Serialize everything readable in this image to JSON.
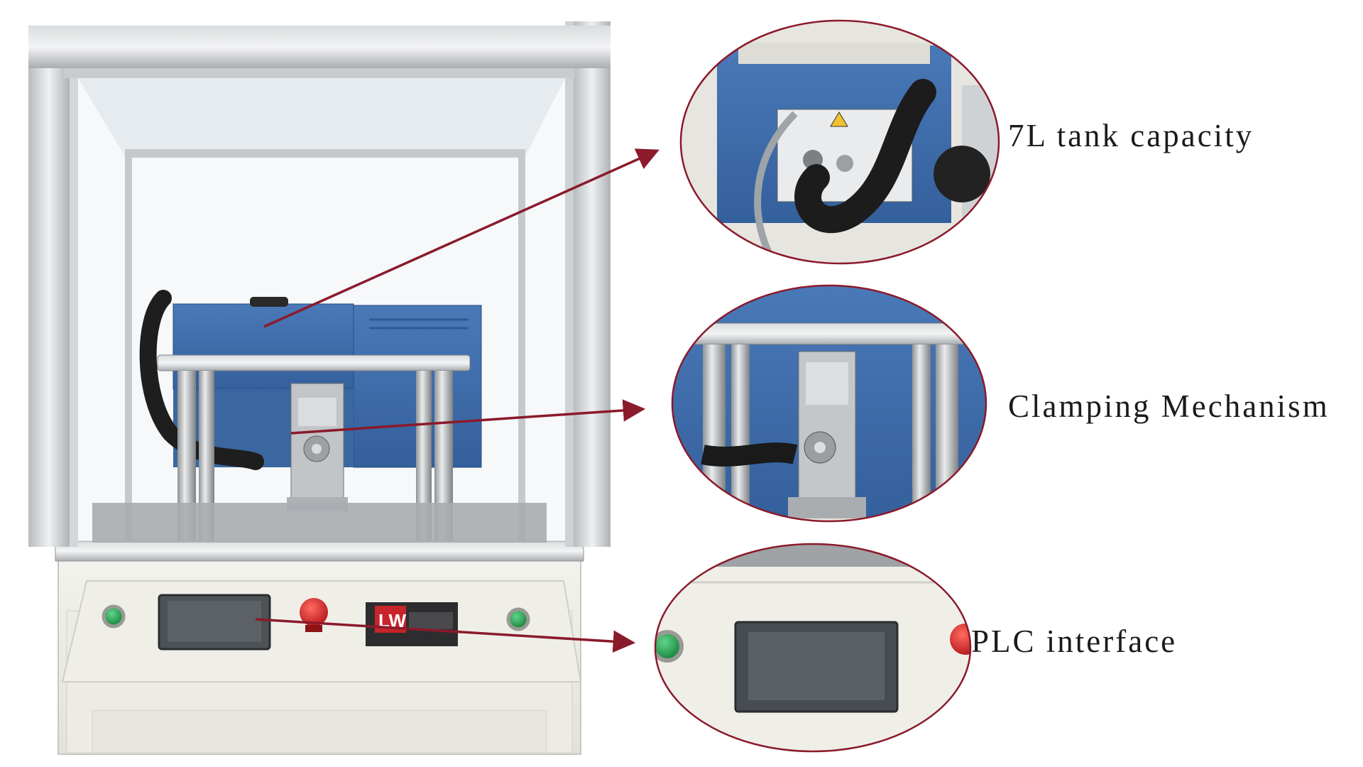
{
  "callouts": [
    {
      "id": "tank",
      "label": "7L tank capacity"
    },
    {
      "id": "clamp",
      "label": "Clamping Mechanism"
    },
    {
      "id": "plc",
      "label": "PLC interface"
    }
  ],
  "colors": {
    "arrow": "#8b1a2b",
    "frame_aluminum": "#c9ccce",
    "machine_blue": "#3f6fad",
    "cabinet": "#eeeee6",
    "estop_red": "#d8262b",
    "button_green": "#1f9a48"
  },
  "control_panel": {
    "badge_text": "LW"
  }
}
